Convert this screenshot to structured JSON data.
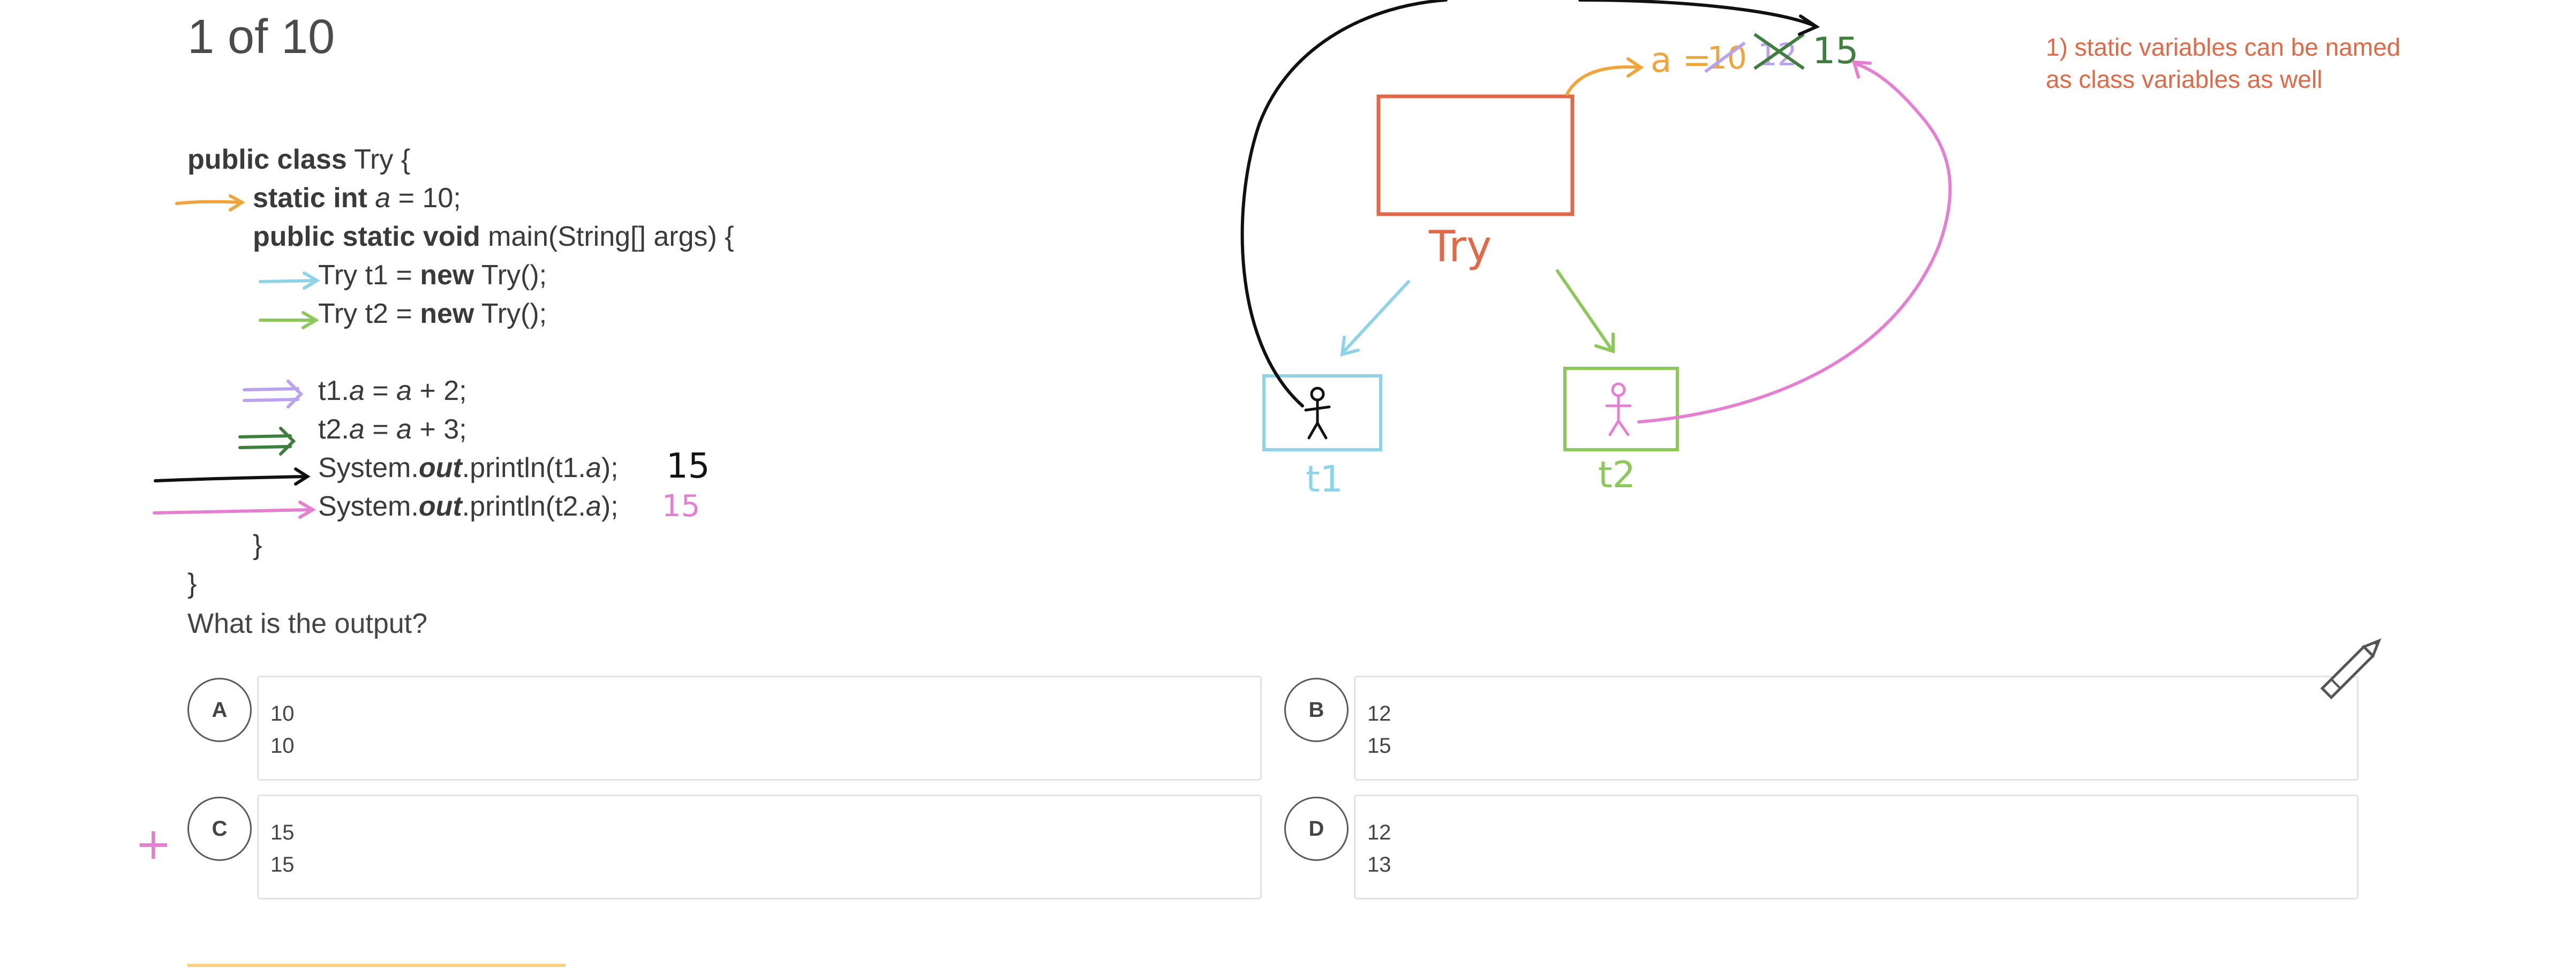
{
  "header": {
    "counter": "1 of 10"
  },
  "code": {
    "l1": {
      "kw": "public class",
      "rest": " Try {"
    },
    "l2": {
      "kw": "static int",
      "var": "a",
      "rest": " = 10;"
    },
    "l3": {
      "kw": "public static void",
      "rest": " main(String[] args) {"
    },
    "l4": {
      "pre": "Try t1 = ",
      "kw": "new",
      "rest": " Try();"
    },
    "l5": {
      "pre": "Try t2 = ",
      "kw": "new",
      "rest": " Try();"
    },
    "l6": {
      "pre": "t1.",
      "var1": "a",
      "mid": " = ",
      "var2": "a",
      "rest": " + 2;"
    },
    "l7": {
      "pre": "t2.",
      "var1": "a",
      "mid": " = ",
      "var2": "a",
      "rest": " + 3;"
    },
    "l8": {
      "pre": "System.",
      "out": "out",
      "mid": ".println(t1.",
      "var": "a",
      "rest": ");"
    },
    "l9": {
      "pre": "System.",
      "out": "out",
      "mid": ".println(t2.",
      "var": "a",
      "rest": ");"
    },
    "l10": "}",
    "l11": "}"
  },
  "question": "What is the output?",
  "options": [
    {
      "letter": "A",
      "lines": [
        "10",
        "10"
      ]
    },
    {
      "letter": "B",
      "lines": [
        "12",
        "15"
      ]
    },
    {
      "letter": "C",
      "lines": [
        "15",
        "15"
      ]
    },
    {
      "letter": "D",
      "lines": [
        "12",
        "13"
      ]
    }
  ],
  "note": {
    "line1": "1) static variables can be named",
    "line2": "as class variables as well"
  },
  "annotations": {
    "output_t1": "15",
    "output_t2": "15",
    "class_label": "Try",
    "t1_label": "t1",
    "t2_label": "t2",
    "var_label": "a =",
    "value_initial": "10",
    "value_struck": "12",
    "value_final": "15",
    "correct_mark": "+"
  },
  "colors": {
    "orange": "#f0a43c",
    "cyan": "#8fd3e8",
    "green": "#8cc95a",
    "purple": "#b9a3ef",
    "darkgreen": "#3f7e3f",
    "black": "#111111",
    "pink": "#e57fd2",
    "class_box": "#e06a48",
    "note": "#e06a48"
  },
  "icons": {
    "edit": "pencil-icon"
  }
}
